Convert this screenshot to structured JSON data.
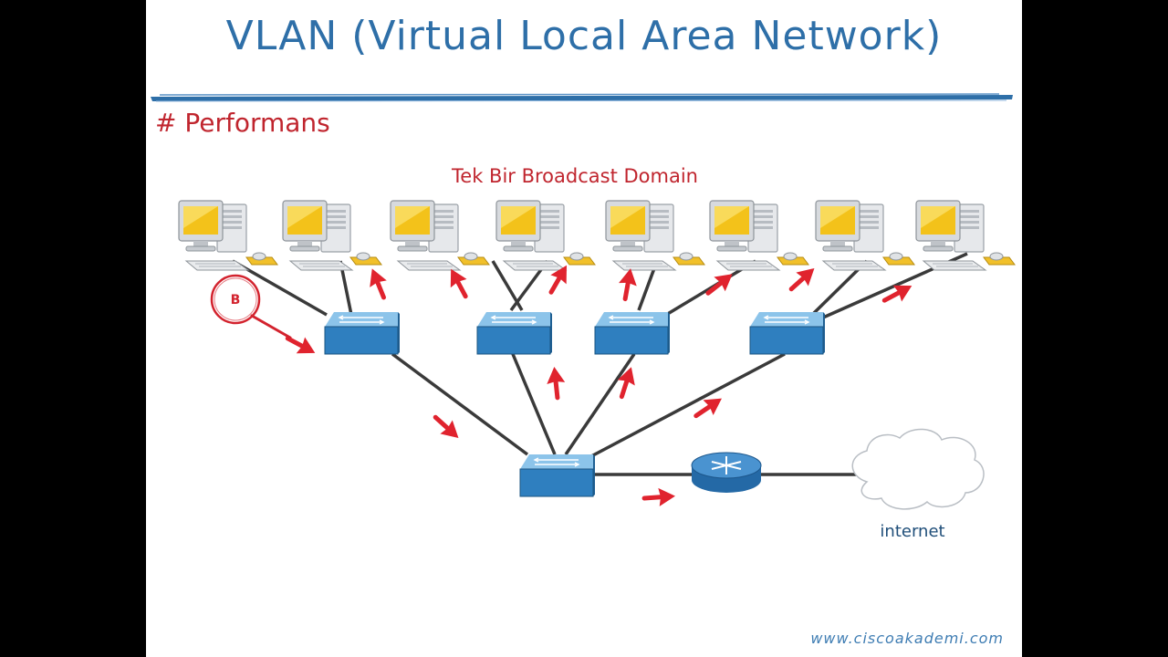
{
  "title": "VLAN (Virtual Local Area Network)",
  "section_heading": "# Performans",
  "diagram": {
    "domain_label": "Tek Bir Broadcast Domain",
    "broadcast_marker": "B",
    "cloud_label": "internet"
  },
  "footer": "www.ciscoakademi.com",
  "colors": {
    "title": "#2e6fa8",
    "accent_red": "#c0252e",
    "arrow_red": "#e0232e",
    "switch_blue": "#2f7fbf",
    "cable": "#3a3a3a",
    "monitor_screen": "#f3c21a"
  },
  "icons": [
    "computer-icon",
    "switch-icon",
    "router-icon",
    "cloud-icon",
    "arrow-icon"
  ]
}
